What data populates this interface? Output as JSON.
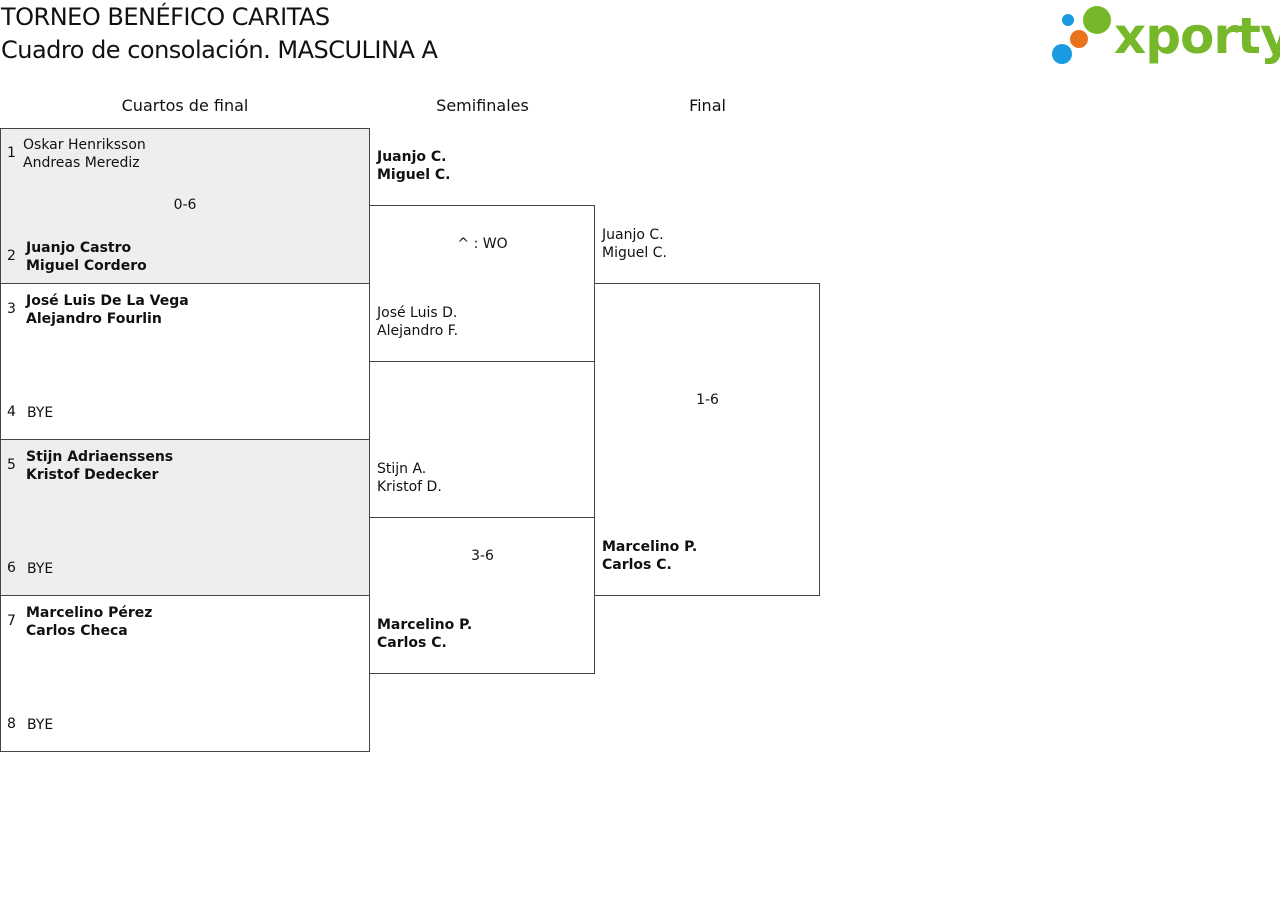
{
  "header": {
    "title": "TORNEO BENÉFICO CARITAS",
    "subtitle": "Cuadro de consolación. MASCULINA A"
  },
  "logo": {
    "text": "xporty",
    "colors": {
      "green": "#76b82a",
      "blue": "#1a9ae0",
      "orange": "#e8731a"
    }
  },
  "rounds": {
    "quarterfinals": "Cuartos de final",
    "semifinals": "Semifinales",
    "final": "Final"
  },
  "quarterfinals": [
    {
      "shaded": true,
      "score": "0-6",
      "top": {
        "seed": "1",
        "line1": "Oskar Henriksson",
        "line2": "Andreas Merediz",
        "winner": false
      },
      "bottom": {
        "seed": "2",
        "line1": "Juanjo Castro",
        "line2": "Miguel Cordero",
        "winner": true
      }
    },
    {
      "shaded": false,
      "score": "",
      "top": {
        "seed": "3",
        "line1": "José Luis De La Vega",
        "line2": "Alejandro Fourlin",
        "winner": true
      },
      "bottom": {
        "seed": "4",
        "line1": "BYE",
        "line2": "",
        "winner": false
      }
    },
    {
      "shaded": true,
      "score": "",
      "top": {
        "seed": "5",
        "line1": "Stijn Adriaenssens",
        "line2": "Kristof Dedecker",
        "winner": true
      },
      "bottom": {
        "seed": "6",
        "line1": "BYE",
        "line2": "",
        "winner": false
      }
    },
    {
      "shaded": false,
      "score": "",
      "top": {
        "seed": "7",
        "line1": "Marcelino Pérez",
        "line2": "Carlos Checa",
        "winner": true
      },
      "bottom": {
        "seed": "8",
        "line1": "BYE",
        "line2": "",
        "winner": false
      }
    }
  ],
  "semifinals": [
    {
      "score": "^ : WO",
      "top": {
        "line1": "Juanjo C.",
        "line2": "Miguel C.",
        "winner": true
      },
      "bottom": {
        "line1": "José Luis D.",
        "line2": "Alejandro F.",
        "winner": false
      }
    },
    {
      "score": "3-6",
      "top": {
        "line1": "Stijn A.",
        "line2": "Kristof D.",
        "winner": false
      },
      "bottom": {
        "line1": "Marcelino P.",
        "line2": "Carlos C.",
        "winner": true
      }
    }
  ],
  "final": {
    "score": "1-6",
    "top": {
      "line1": "Juanjo C.",
      "line2": "Miguel C.",
      "winner": false
    },
    "bottom": {
      "line1": "Marcelino P.",
      "line2": "Carlos C.",
      "winner": true
    }
  }
}
